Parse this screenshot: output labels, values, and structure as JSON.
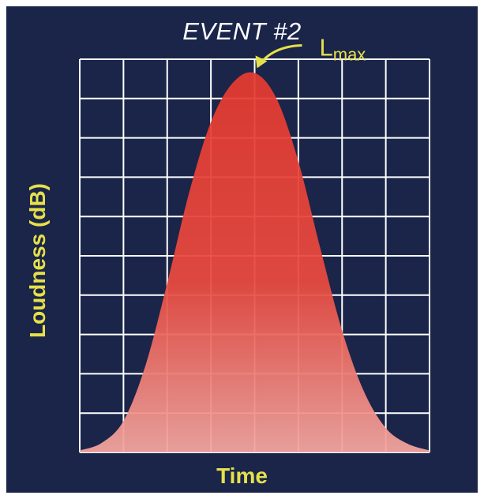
{
  "chart_data": {
    "type": "area",
    "title": "EVENT #2",
    "xlabel": "Time",
    "ylabel": "Loudness (dB)",
    "grid": true,
    "xlim": [
      0,
      8
    ],
    "ylim": [
      0,
      10
    ],
    "x_ticks": [],
    "y_ticks": [],
    "series": [
      {
        "x": [
          0,
          0.5,
          1,
          1.5,
          2,
          2.5,
          3,
          3.5,
          4,
          4.5,
          5,
          5.5,
          6,
          6.5,
          7,
          7.5,
          8
        ],
        "y": [
          0.05,
          0.24,
          0.8,
          2.2,
          4.3,
          6.6,
          8.4,
          9.4,
          9.65,
          9.0,
          7.4,
          5.2,
          3.1,
          1.55,
          0.62,
          0.22,
          0.05
        ]
      }
    ],
    "annotations": [
      {
        "text": "L",
        "subscript": "max",
        "x": 4,
        "y": 9.65,
        "color": "#e6e04a"
      }
    ],
    "colors": {
      "background": "#1a2549",
      "grid": "#ffffff",
      "fill_top": "#e43a30",
      "fill_bottom": "#f3a6a0",
      "label": "#e6e04a",
      "title": "#ffffff"
    }
  }
}
